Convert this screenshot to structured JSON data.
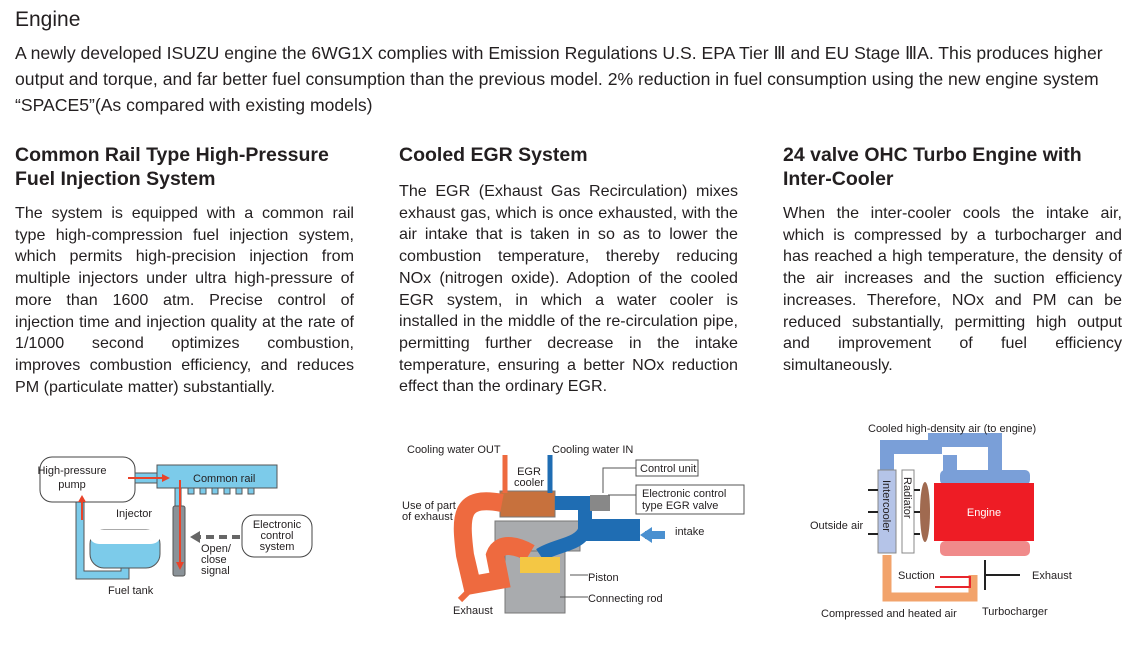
{
  "title": "Engine",
  "intro": "A newly developed ISUZU engine the 6WG1X complies with Emission Regulations U.S. EPA Tier Ⅲ and EU Stage ⅢA. This produces higher output and torque, and far better fuel consumption than the previous model. 2% reduction in fuel consumption using the new engine system “SPACE5”(As compared with existing models)",
  "sections": [
    {
      "heading": "Common Rail Type High-Pressure Fuel Injection System",
      "body": "The system is equipped with a common rail type high-compression fuel injection system, which permits high-precision injection from multiple injectors under ultra high-pressure of more than 1600 atm. Precise control of injection time and injection quality at the rate of 1/1000 second optimizes combustion, improves combustion efficiency, and reduces PM (particulate matter) substantially.",
      "diagram": {
        "pump": [
          "High-pressure",
          "pump"
        ],
        "rail": "Common rail",
        "injector": "Injector",
        "ecu": [
          "Electronic",
          "control",
          "system"
        ],
        "signal": [
          "Open/",
          "close",
          "signal"
        ],
        "tank": "Fuel tank"
      }
    },
    {
      "heading": "Cooled EGR System",
      "body": "The EGR (Exhaust Gas Recirculation) mixes exhaust gas, which is once exhausted, with the air intake that is taken in so as to lower the combustion temperature, thereby reducing NOx (nitrogen oxide). Adoption of the cooled EGR system, in which a water cooler is installed in the middle of the re-circulation pipe, permitting further decrease in the intake temperature, ensuring a better NOx reduction effect than the ordinary EGR.",
      "diagram": {
        "water_out": "Cooling water OUT",
        "water_in": "Cooling water IN",
        "cooler": [
          "EGR",
          "cooler"
        ],
        "control_unit": "Control unit",
        "valve": [
          "Electronic control",
          "type EGR valve"
        ],
        "use_exhaust": [
          "Use of part",
          "of exhaust"
        ],
        "intake": "intake",
        "piston": "Piston",
        "rod": "Connecting rod",
        "exhaust": "Exhaust"
      }
    },
    {
      "heading": "24 valve OHC Turbo Engine with Inter-Cooler",
      "body": "When the inter-cooler cools the intake air, which is compressed by a turbocharger and has reached a high temperature, the density of the air increases and the suction efficiency increases. Therefore, NOx and PM can be reduced substantially, permitting high output and improvement of fuel efficiency simultaneously.",
      "diagram": {
        "cooled_air": "Cooled high-density air (to engine)",
        "intercooler": "Intercooler",
        "radiator": "Radiator",
        "engine": "Engine",
        "outside_air": "Outside air",
        "suction": "Suction",
        "exhaust": "Exhaust",
        "compressed": "Compressed and heated air",
        "turbo": "Turbocharger"
      }
    }
  ]
}
